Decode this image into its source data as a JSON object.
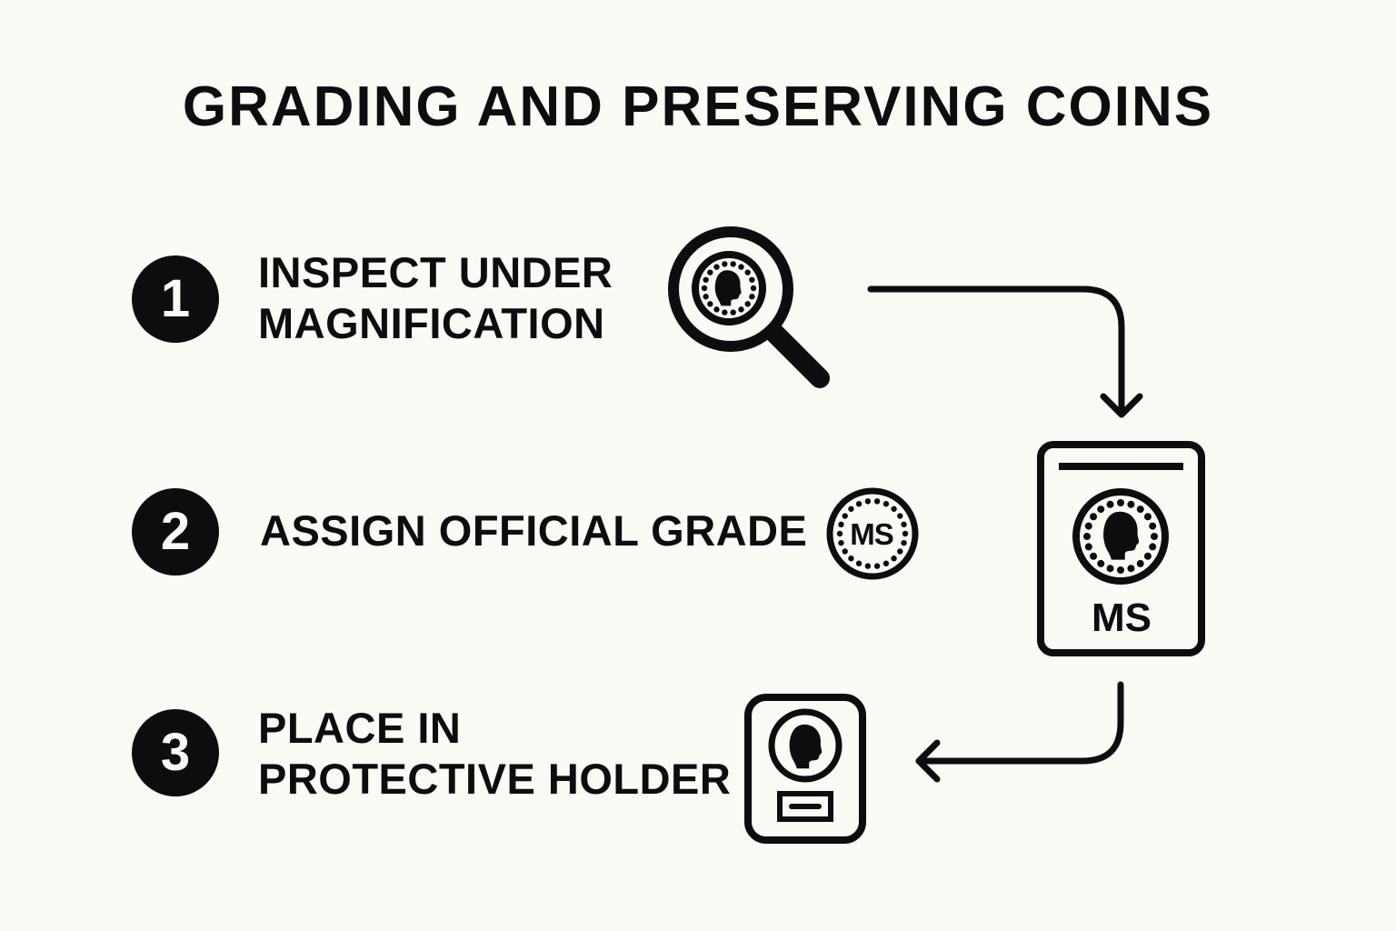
{
  "title": "GRADING AND PRESERVING COINS",
  "steps": [
    {
      "number": "1",
      "line1": "INSPECT UNDER",
      "line2": "MAGNIFICATION",
      "icon": "magnifying-glass-coin-icon"
    },
    {
      "number": "2",
      "line1": "ASSIGN OFFICIAL GRADE",
      "icon": "graded-coin-ms-icon"
    },
    {
      "number": "3",
      "line1": "PLACE IN",
      "line2": "PROTECTIVE HOLDER",
      "icon": "coin-holder-icon"
    }
  ],
  "graded_slab": {
    "grade_label": "MS",
    "icon": "graded-slab-icon"
  },
  "coin_grade_label": "MS",
  "colors": {
    "ink": "#0d0d0d",
    "background": "#fcfaf5"
  }
}
